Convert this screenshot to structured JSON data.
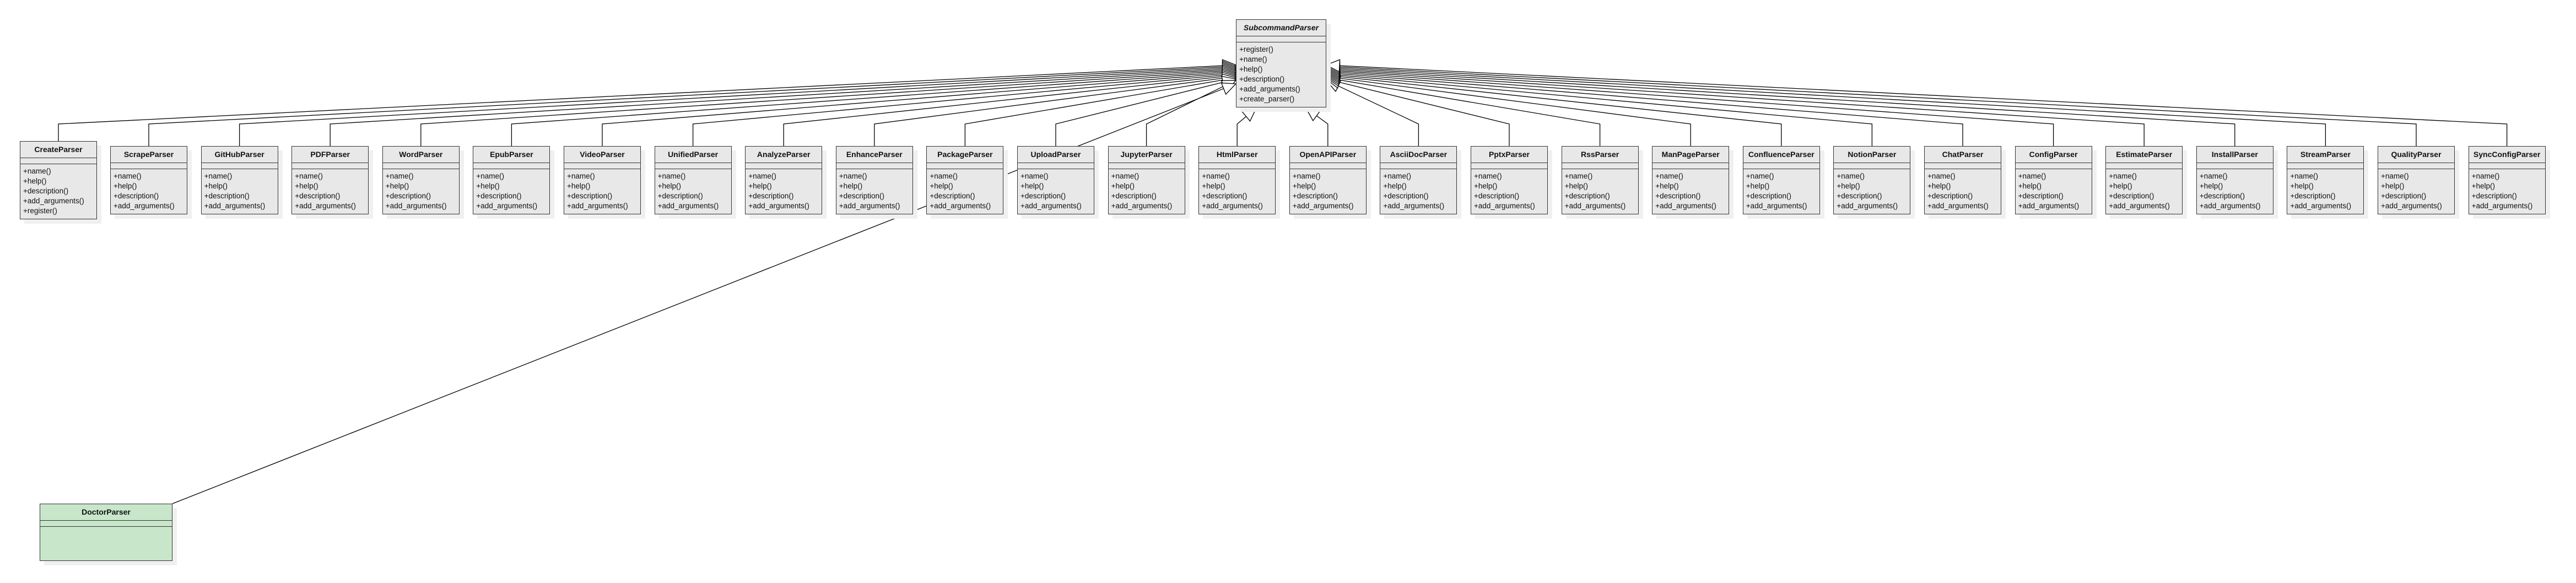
{
  "diagram": {
    "type": "uml-class-diagram",
    "base_class": {
      "name": "SubcommandParser",
      "abstract": true,
      "methods": [
        "+register()",
        "+name()",
        "+help()",
        "+description()",
        "+add_arguments()",
        "+create_parser()"
      ]
    },
    "subclasses": [
      {
        "name": "CreateParser",
        "methods": [
          "+name()",
          "+help()",
          "+description()",
          "+add_arguments()",
          "+register()"
        ]
      },
      {
        "name": "ScrapeParser",
        "methods": [
          "+name()",
          "+help()",
          "+description()",
          "+add_arguments()"
        ]
      },
      {
        "name": "GitHubParser",
        "methods": [
          "+name()",
          "+help()",
          "+description()",
          "+add_arguments()"
        ]
      },
      {
        "name": "PDFParser",
        "methods": [
          "+name()",
          "+help()",
          "+description()",
          "+add_arguments()"
        ]
      },
      {
        "name": "WordParser",
        "methods": [
          "+name()",
          "+help()",
          "+description()",
          "+add_arguments()"
        ]
      },
      {
        "name": "EpubParser",
        "methods": [
          "+name()",
          "+help()",
          "+description()",
          "+add_arguments()"
        ]
      },
      {
        "name": "VideoParser",
        "methods": [
          "+name()",
          "+help()",
          "+description()",
          "+add_arguments()"
        ]
      },
      {
        "name": "UnifiedParser",
        "methods": [
          "+name()",
          "+help()",
          "+description()",
          "+add_arguments()"
        ]
      },
      {
        "name": "AnalyzeParser",
        "methods": [
          "+name()",
          "+help()",
          "+description()",
          "+add_arguments()"
        ]
      },
      {
        "name": "EnhanceParser",
        "methods": [
          "+name()",
          "+help()",
          "+description()",
          "+add_arguments()"
        ]
      },
      {
        "name": "PackageParser",
        "methods": [
          "+name()",
          "+help()",
          "+description()",
          "+add_arguments()"
        ]
      },
      {
        "name": "UploadParser",
        "methods": [
          "+name()",
          "+help()",
          "+description()",
          "+add_arguments()"
        ]
      },
      {
        "name": "JupyterParser",
        "methods": [
          "+name()",
          "+help()",
          "+description()",
          "+add_arguments()"
        ]
      },
      {
        "name": "HtmlParser",
        "methods": [
          "+name()",
          "+help()",
          "+description()",
          "+add_arguments()"
        ]
      },
      {
        "name": "OpenAPIParser",
        "methods": [
          "+name()",
          "+help()",
          "+description()",
          "+add_arguments()"
        ]
      },
      {
        "name": "AsciiDocParser",
        "methods": [
          "+name()",
          "+help()",
          "+description()",
          "+add_arguments()"
        ]
      },
      {
        "name": "PptxParser",
        "methods": [
          "+name()",
          "+help()",
          "+description()",
          "+add_arguments()"
        ]
      },
      {
        "name": "RssParser",
        "methods": [
          "+name()",
          "+help()",
          "+description()",
          "+add_arguments()"
        ]
      },
      {
        "name": "ManPageParser",
        "methods": [
          "+name()",
          "+help()",
          "+description()",
          "+add_arguments()"
        ]
      },
      {
        "name": "ConfluenceParser",
        "methods": [
          "+name()",
          "+help()",
          "+description()",
          "+add_arguments()"
        ]
      },
      {
        "name": "NotionParser",
        "methods": [
          "+name()",
          "+help()",
          "+description()",
          "+add_arguments()"
        ]
      },
      {
        "name": "ChatParser",
        "methods": [
          "+name()",
          "+help()",
          "+description()",
          "+add_arguments()"
        ]
      },
      {
        "name": "ConfigParser",
        "methods": [
          "+name()",
          "+help()",
          "+description()",
          "+add_arguments()"
        ]
      },
      {
        "name": "EstimateParser",
        "methods": [
          "+name()",
          "+help()",
          "+description()",
          "+add_arguments()"
        ]
      },
      {
        "name": "InstallParser",
        "methods": [
          "+name()",
          "+help()",
          "+description()",
          "+add_arguments()"
        ]
      },
      {
        "name": "StreamParser",
        "methods": [
          "+name()",
          "+help()",
          "+description()",
          "+add_arguments()"
        ]
      },
      {
        "name": "QualityParser",
        "methods": [
          "+name()",
          "+help()",
          "+description()",
          "+add_arguments()"
        ]
      },
      {
        "name": "SyncConfigParser",
        "methods": [
          "+name()",
          "+help()",
          "+description()",
          "+add_arguments()"
        ]
      }
    ],
    "detached_class": {
      "name": "DoctorParser",
      "methods": [],
      "fill_color": "#c8e6c9"
    },
    "colors": {
      "class_fill": "#e8e8e8",
      "class_border": "#333333",
      "highlight_fill": "#c8e6c9",
      "edge": "#000000"
    },
    "relationship": "generalization (hollow triangle arrowhead toward SubcommandParser)"
  }
}
